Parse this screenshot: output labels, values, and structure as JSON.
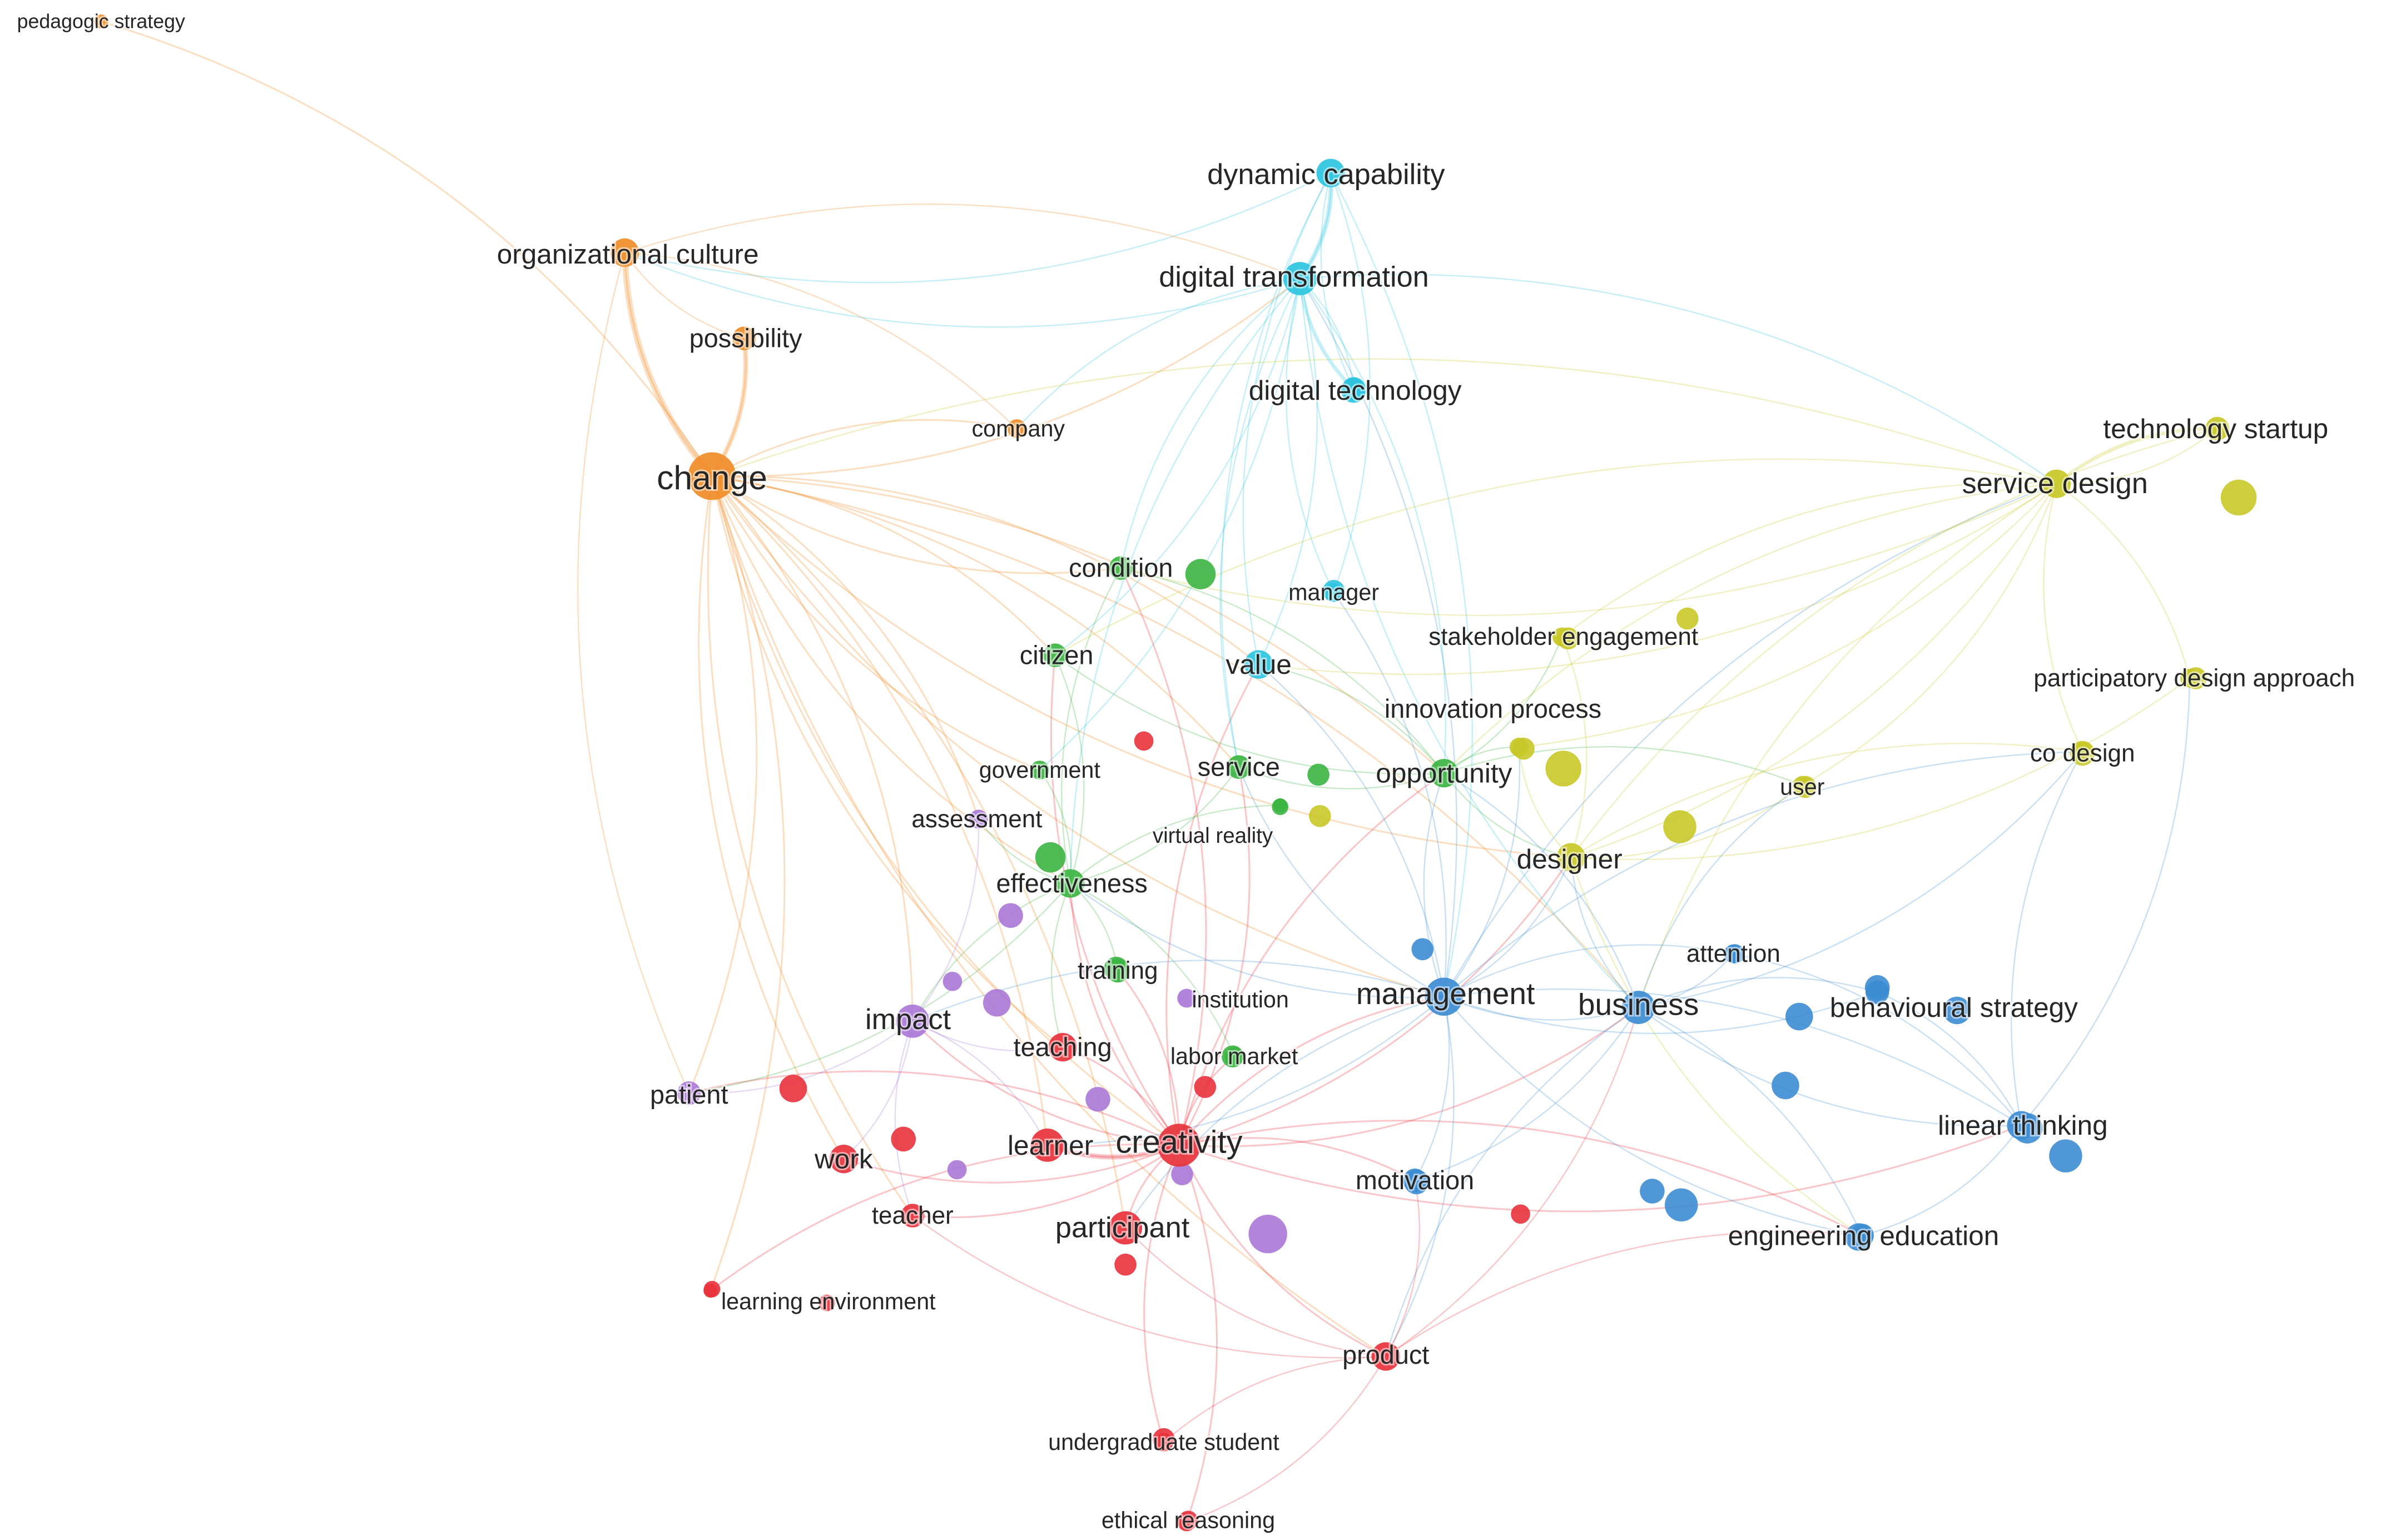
{
  "clusters": {
    "red": "#e8323c",
    "green": "#3cb441",
    "blue": "#3c8cd2",
    "yellow": "#c8c828",
    "purple": "#aa78d7",
    "cyan": "#2ec4e0",
    "orange": "#f08c28"
  },
  "nodes": [
    {
      "id": "pedagogic-strategy",
      "label": "pedagogic strategy",
      "cluster": "orange",
      "weight": 1
    },
    {
      "id": "organizational-culture",
      "label": "organizational culture",
      "cluster": "orange",
      "weight": 4
    },
    {
      "id": "possibility",
      "label": "possibility",
      "cluster": "orange",
      "weight": 3
    },
    {
      "id": "change",
      "label": "change",
      "cluster": "orange",
      "weight": 8
    },
    {
      "id": "company",
      "label": "company",
      "cluster": "orange",
      "weight": 2
    },
    {
      "id": "dynamic-capability",
      "label": "dynamic capability",
      "cluster": "cyan",
      "weight": 4
    },
    {
      "id": "digital-transformation",
      "label": "digital transformation",
      "cluster": "cyan",
      "weight": 5
    },
    {
      "id": "digital-technology",
      "label": "digital technology",
      "cluster": "cyan",
      "weight": 3
    },
    {
      "id": "manager",
      "label": "manager",
      "cluster": "cyan",
      "weight": 2
    },
    {
      "id": "value",
      "label": "value",
      "cluster": "cyan",
      "weight": 4
    },
    {
      "id": "technology-startup",
      "label": "technology startup",
      "cluster": "yellow",
      "weight": 3
    },
    {
      "id": "service-design",
      "label": "service design",
      "cluster": "yellow",
      "weight": 4
    },
    {
      "id": "participatory-design-approach",
      "label": "participatory design approach",
      "cluster": "yellow",
      "weight": 2
    },
    {
      "id": "co-design",
      "label": "co design",
      "cluster": "yellow",
      "weight": 2
    },
    {
      "id": "user",
      "label": "user",
      "cluster": "yellow",
      "weight": 2
    },
    {
      "id": "stakeholder-engagement",
      "label": "stakeholder engagement",
      "cluster": "yellow",
      "weight": 2
    },
    {
      "id": "innovation-process",
      "label": "innovation process",
      "cluster": "yellow",
      "weight": 2
    },
    {
      "id": "designer",
      "label": "designer",
      "cluster": "yellow",
      "weight": 4
    },
    {
      "id": "condition",
      "label": "condition",
      "cluster": "green",
      "weight": 3
    },
    {
      "id": "citizen",
      "label": "citizen",
      "cluster": "green",
      "weight": 3
    },
    {
      "id": "service",
      "label": "service",
      "cluster": "green",
      "weight": 3
    },
    {
      "id": "opportunity",
      "label": "opportunity",
      "cluster": "green",
      "weight": 4
    },
    {
      "id": "government",
      "label": "government",
      "cluster": "green",
      "weight": 2
    },
    {
      "id": "virtual-reality",
      "label": "virtual reality",
      "cluster": "green",
      "weight": 1
    },
    {
      "id": "effectiveness",
      "label": "effectiveness",
      "cluster": "green",
      "weight": 4
    },
    {
      "id": "training",
      "label": "training",
      "cluster": "green",
      "weight": 3
    },
    {
      "id": "labor-market",
      "label": "labor market",
      "cluster": "green",
      "weight": 2
    },
    {
      "id": "institution",
      "label": "institution",
      "cluster": "purple",
      "weight": 2
    },
    {
      "id": "assessment",
      "label": "assessment",
      "cluster": "purple",
      "weight": 2
    },
    {
      "id": "impact",
      "label": "impact",
      "cluster": "purple",
      "weight": 5
    },
    {
      "id": "patient",
      "label": "patient",
      "cluster": "purple",
      "weight": 3
    },
    {
      "id": "management",
      "label": "management",
      "cluster": "blue",
      "weight": 6
    },
    {
      "id": "business",
      "label": "business",
      "cluster": "blue",
      "weight": 5
    },
    {
      "id": "attention",
      "label": "attention",
      "cluster": "blue",
      "weight": 2
    },
    {
      "id": "behavioural-strategy",
      "label": "behavioural strategy",
      "cluster": "blue",
      "weight": 3
    },
    {
      "id": "linear-thinking",
      "label": "linear thinking",
      "cluster": "blue",
      "weight": 4
    },
    {
      "id": "engineering-education",
      "label": "engineering education",
      "cluster": "blue",
      "weight": 3
    },
    {
      "id": "motivation",
      "label": "motivation",
      "cluster": "blue",
      "weight": 3
    },
    {
      "id": "teaching",
      "label": "teaching",
      "cluster": "red",
      "weight": 4
    },
    {
      "id": "learner",
      "label": "learner",
      "cluster": "red",
      "weight": 5
    },
    {
      "id": "creativity",
      "label": "creativity",
      "cluster": "red",
      "weight": 7
    },
    {
      "id": "work",
      "label": "work",
      "cluster": "red",
      "weight": 4
    },
    {
      "id": "teacher",
      "label": "teacher",
      "cluster": "red",
      "weight": 3
    },
    {
      "id": "participant",
      "label": "participant",
      "cluster": "red",
      "weight": 5
    },
    {
      "id": "learning-environment",
      "label": "learning environment",
      "cluster": "red",
      "weight": 1
    },
    {
      "id": "product",
      "label": "product",
      "cluster": "red",
      "weight": 4
    },
    {
      "id": "undergraduate-student",
      "label": "undergraduate student",
      "cluster": "red",
      "weight": 2
    },
    {
      "id": "ethical-reasoning",
      "label": "ethical reasoning",
      "cluster": "red",
      "weight": 2
    }
  ]
}
